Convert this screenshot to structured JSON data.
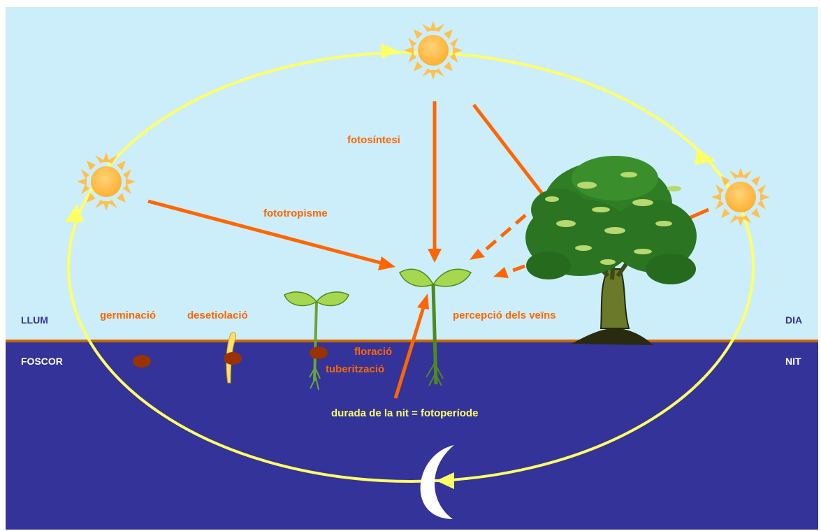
{
  "labels": {
    "llum": "LLUM",
    "foscor": "FOSCOR",
    "dia": "DIA",
    "nit": "NIT",
    "fotosintesi": "fotosíntesi",
    "fototropisme": "fototropisme",
    "germinacio": "germinació",
    "desetiolacio": "desetiolació",
    "percepcio": "percepció dels veïns",
    "floracio": "floració",
    "tuberitzacio": "tuberització",
    "durada": "durada de la nit = fotoperíode"
  },
  "colors": {
    "sky": "#CCEEFA",
    "night": "#333399",
    "horizon": "#CC6600",
    "arrow": "#FF6600",
    "cycle": "#FFFF66",
    "sun": "#FFC04D",
    "leaf": "#A6D84F",
    "seed": "#993300"
  },
  "icons": [
    "sun-icon",
    "moon-icon",
    "tree-icon",
    "seedling-icon",
    "seed-icon"
  ]
}
